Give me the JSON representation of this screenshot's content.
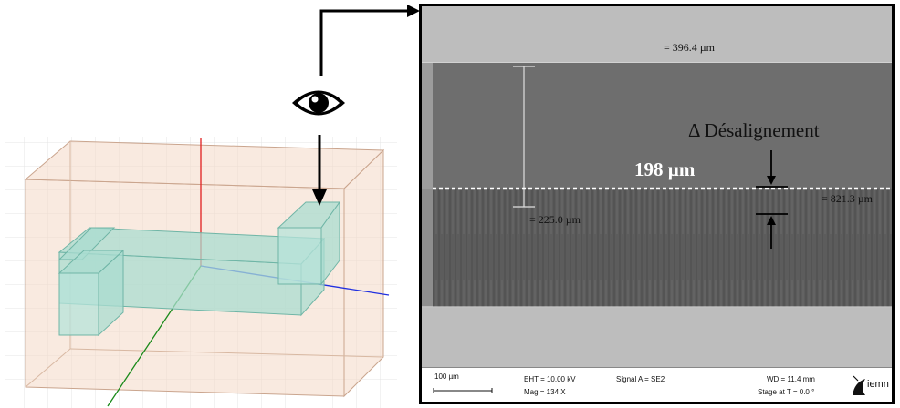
{
  "sem": {
    "top_width": "= 396.4 µm",
    "band_height": "= 225.0 µm",
    "lower_width": "= 821.3 µm",
    "annotation_label": "Δ Désalignement",
    "misalignment_value": "198 µm"
  },
  "infobar": {
    "scale_bar": "100 µm",
    "eht": "EHT = 10.00 kV",
    "mag": "Mag =    134 X",
    "signal": "Signal A = SE2",
    "wd": "WD = 11.4 mm",
    "stage": "Stage at T =  0.0 °",
    "logo": "iemn"
  },
  "icons": [
    "eye-icon",
    "iemn-logo-icon"
  ],
  "colors": {
    "frame": "#000000",
    "dashed_line": "#ffffff",
    "box_fill": "#f4d9c6",
    "beam_fill": "#a9dcd0",
    "axis_red": "#e02020",
    "axis_green": "#1a8a1a",
    "axis_blue": "#2030e0"
  }
}
